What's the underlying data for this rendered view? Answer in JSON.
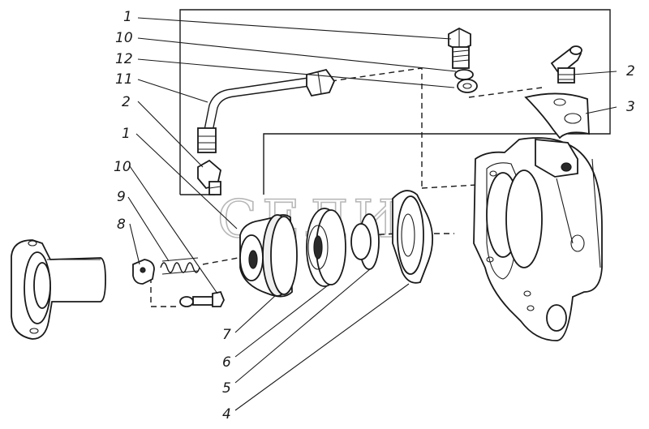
{
  "watermark": "СЕЛИ",
  "callouts": [
    {
      "id": "c1-top",
      "text": "1"
    },
    {
      "id": "c10-top",
      "text": "10"
    },
    {
      "id": "c12",
      "text": "12"
    },
    {
      "id": "c11",
      "text": "11"
    },
    {
      "id": "c2-left",
      "text": "2"
    },
    {
      "id": "c1-left",
      "text": "1"
    },
    {
      "id": "c10-left",
      "text": "10"
    },
    {
      "id": "c9",
      "text": "9"
    },
    {
      "id": "c8",
      "text": "8"
    },
    {
      "id": "c2-right",
      "text": "2"
    },
    {
      "id": "c3",
      "text": "3"
    },
    {
      "id": "c7",
      "text": "7"
    },
    {
      "id": "c6",
      "text": "6"
    },
    {
      "id": "c5",
      "text": "5"
    },
    {
      "id": "c4",
      "text": "4"
    }
  ]
}
